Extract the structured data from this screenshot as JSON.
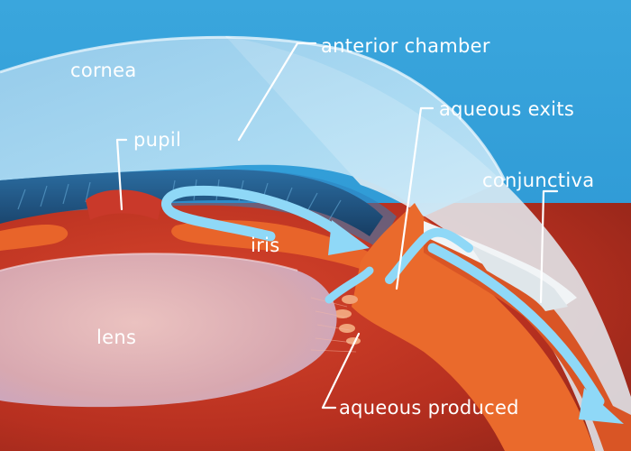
{
  "diagram": {
    "labels": {
      "cornea": "cornea",
      "anterior_chamber": "anterior chamber",
      "pupil": "pupil",
      "aqueous_exits": "aqueous exits",
      "conjunctiva": "conjunctiva",
      "iris": "iris",
      "lens": "lens",
      "aqueous_produced": "aqueous produced"
    },
    "colors": {
      "background": "#2e9fd9",
      "cornea": "#a9d8f1",
      "sclera": "#d8e6ee",
      "iris_dark": "#1f4f7a",
      "tissue_orange": "#e8642a",
      "tissue_red": "#b83224",
      "lens": "#d9c7d6",
      "flow_arrow": "#8fd8f7"
    }
  }
}
